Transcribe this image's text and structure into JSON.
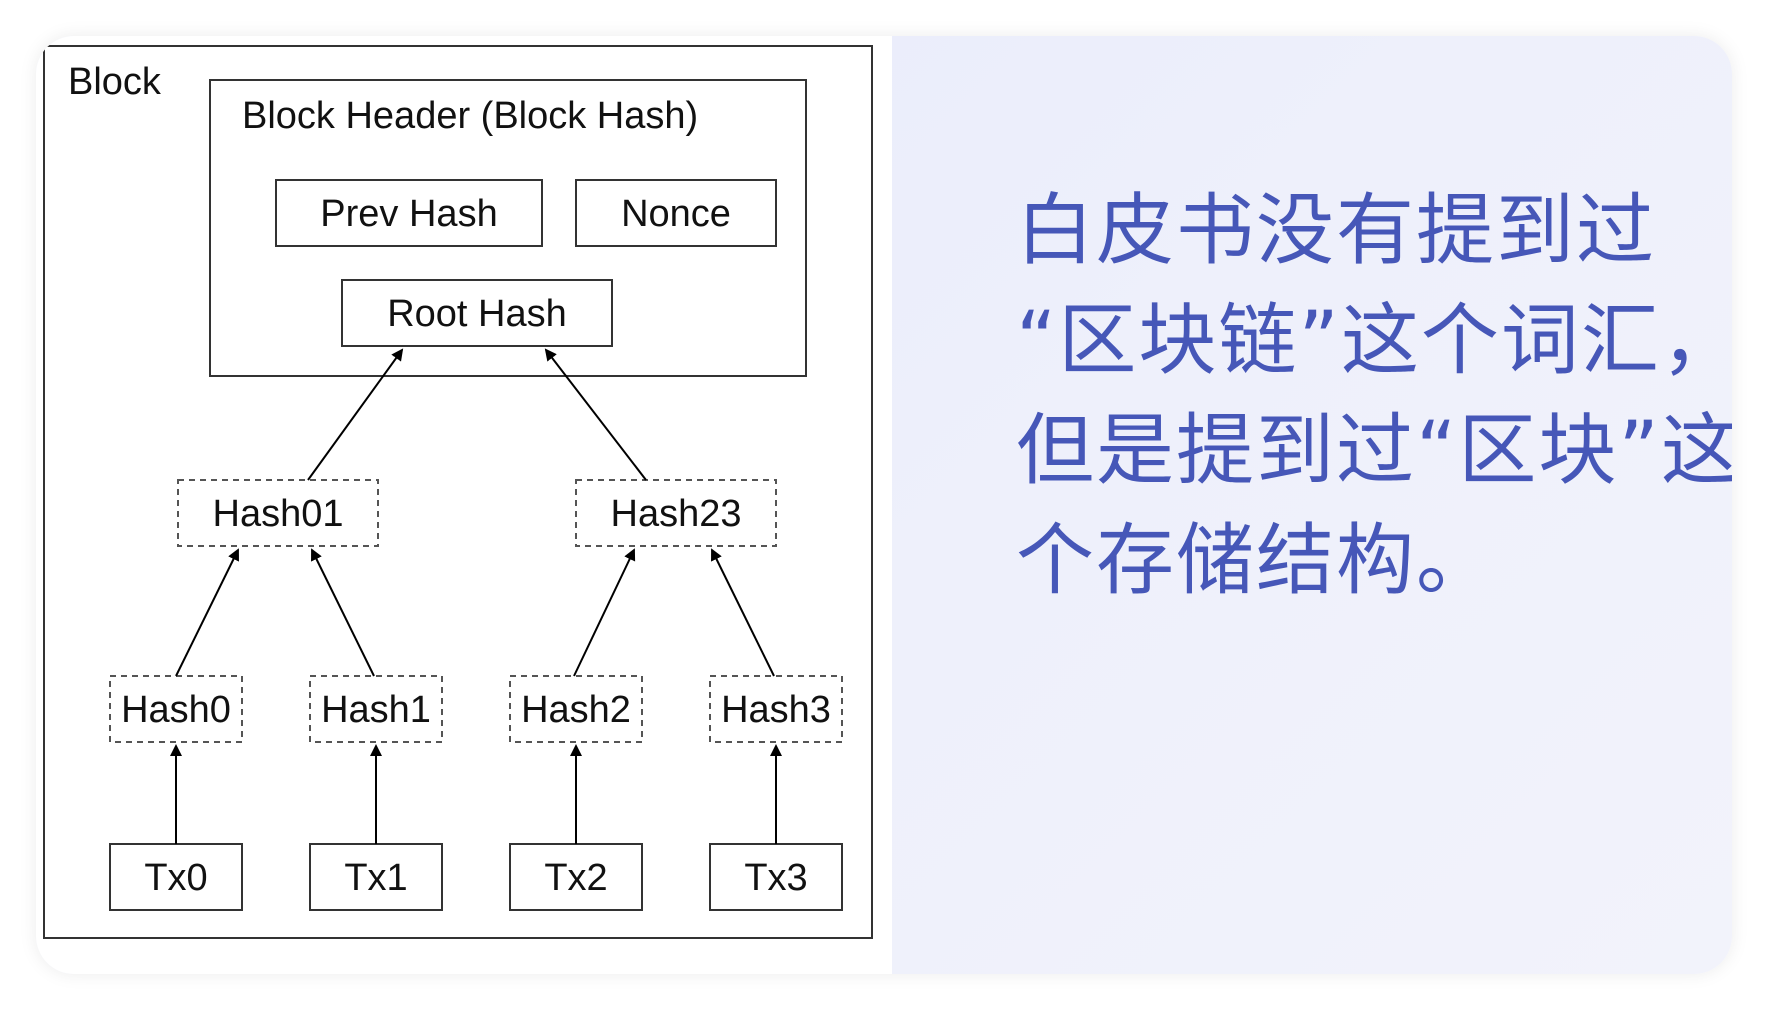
{
  "diagram": {
    "block_label": "Block",
    "header_label": "Block Header (Block Hash)",
    "prev_hash": "Prev Hash",
    "nonce": "Nonce",
    "root_hash": "Root Hash",
    "hash01": "Hash01",
    "hash23": "Hash23",
    "hash0": "Hash0",
    "hash1": "Hash1",
    "hash2": "Hash2",
    "hash3": "Hash3",
    "tx0": "Tx0",
    "tx1": "Tx1",
    "tx2": "Tx2",
    "tx3": "Tx3"
  },
  "caption": {
    "lines": [
      "白皮书没有提到过",
      "“区块链”这个词汇，",
      "但是提到过“区块”这",
      "个存储结构。"
    ]
  },
  "colors": {
    "caption_text": "#4657b8",
    "background": "#e6e9fb"
  }
}
